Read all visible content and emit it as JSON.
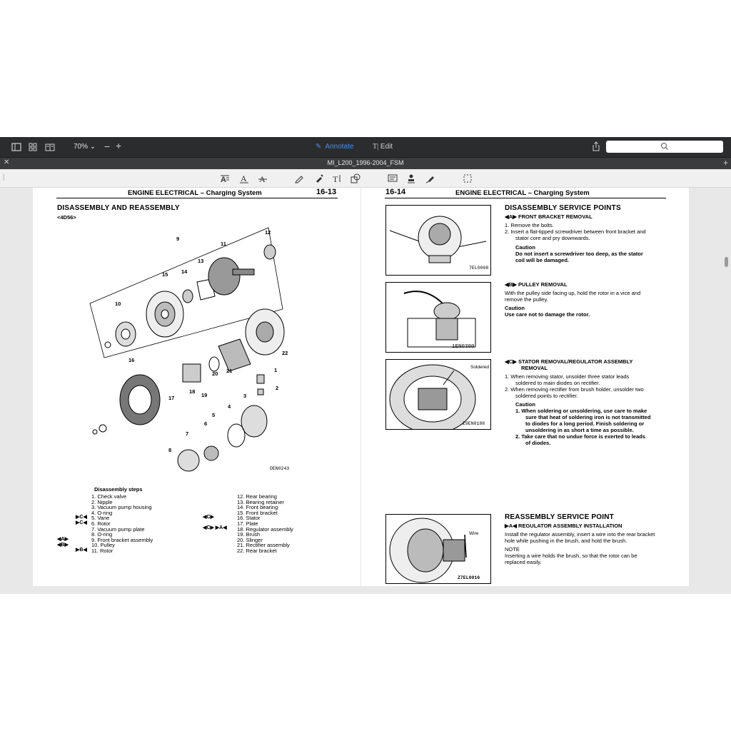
{
  "toolbar": {
    "zoom": "70%",
    "annotate_label": "Annotate",
    "edit_label": "Edit"
  },
  "tab": {
    "title": "MI_L200_1996-2004_FSM"
  },
  "left_page": {
    "header_title": "ENGINE ELECTRICAL",
    "header_sub": "Charging System",
    "page_number": "16-13",
    "section_title": "DISASSEMBLY AND REASSEMBLY",
    "engine": "<4D56>",
    "figure_code": "DEN0243",
    "callouts": [
      "9",
      "12",
      "11",
      "13",
      "14",
      "15",
      "10",
      "16",
      "17",
      "18",
      "19",
      "20",
      "21",
      "22",
      "1",
      "2",
      "3",
      "4",
      "5",
      "6",
      "7",
      "8"
    ],
    "steps_title": "Disassembly steps",
    "steps_left": [
      "1. Check valve",
      "2. Nipple",
      "3. Vacuum pump housing",
      "4. O-ring",
      "5. Vane",
      "6. Rotor",
      "7. Vacuum pump plate",
      "8. O-ring",
      "9. Front bracket assembly",
      "10. Pulley",
      "11. Rotor"
    ],
    "steps_right": [
      "12. Rear bearing",
      "13. Bearing retainer",
      "14. Front bearing",
      "15. Front bracket",
      "16. Stator",
      "17. Plate",
      "18. Regulator assembly",
      "19. Brush",
      "20. Slinger",
      "21. Rectifier assembly",
      "22. Rear bracket"
    ]
  },
  "right_page": {
    "page_number": "16-14",
    "header_title": "ENGINE ELECTRICAL",
    "header_sub": "Charging System",
    "service_title": "DISASSEMBLY SERVICE POINTS",
    "a_title": "FRONT BRACKET REMOVAL",
    "a_step1": "1.  Remove the bolts.",
    "a_step2a": "2.  Insert a flat-tipped screwdriver between front bracket and",
    "a_step2b": "stator core and pry downwards.",
    "caution": "Caution",
    "a_caution1": "Do not insert a screwdriver too deep, as the stator",
    "a_caution2": "coil will be damaged.",
    "fig_a": "7EL0008",
    "b_title": "PULLEY REMOVAL",
    "b_text1": "With the pulley side facing up, hold the rotor in a vice and",
    "b_text2": "remove the pulley.",
    "b_caution": "Use care not to damage the rotor.",
    "fig_b": "1EN0300",
    "c_title1": "STATOR REMOVAL/REGULATOR ASSEMBLY",
    "c_title2": "REMOVAL",
    "c_step1a": "1.  When removing stator, unsolder three stator leads",
    "c_step1b": "soldered to main diodes on rectifier.",
    "c_step2a": "2.  When removing rectifier from brush holder, unsolder two",
    "c_step2b": "soldered points to rectifier.",
    "c_caut1a": "1.  When soldering or unsoldering, use care to make",
    "c_caut1b": "sure that heat of soldering iron is not transmitted",
    "c_caut1c": "to diodes for a long period. Finish soldering or",
    "c_caut1d": "unsoldering in as short a time as possible.",
    "c_caut2a": "2.  Take care that no undue force is exerted to leads",
    "c_caut2b": "of diodes.",
    "fig_c_label": "Soldered",
    "fig_c": "Z9EN0188",
    "re_title": "REASSEMBLY SERVICE POINT",
    "re_a_title": "REGULATOR ASSEMBLY INSTALLATION",
    "re_text1": "Install the regulator assembly, insert a wire into the rear bracket",
    "re_text2": "hole while pushing in the brush, and hold the brush.",
    "note": "NOTE",
    "note1": "Inserting a wire holds the brush, so that the rotor can be",
    "note2": "replaced easily.",
    "fig_d_label": "Wire",
    "fig_d": "Z7EL0016"
  }
}
